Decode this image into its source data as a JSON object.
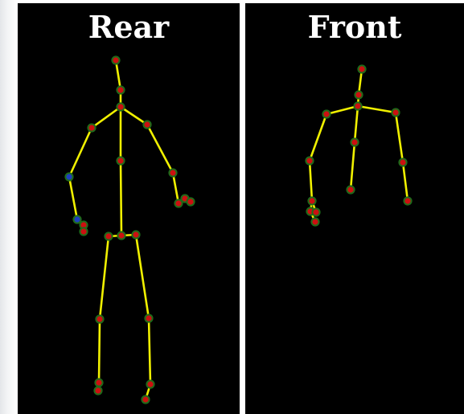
{
  "panels": {
    "rear": {
      "title": "Rear",
      "bone_color": "#f0f000",
      "joint_fill": "#cc1010",
      "joint_ring": "#1f6b1a",
      "highlight_fill": "#1f3fbf",
      "joints": {
        "head": [
          144,
          75
        ],
        "neck_top": [
          150,
          112
        ],
        "neck": [
          150,
          133
        ],
        "r_shoulder": [
          114,
          159
        ],
        "r_elbow": [
          86,
          220
        ],
        "r_wrist": [
          96,
          273
        ],
        "r_hand_a": [
          104,
          280
        ],
        "r_hand_b": [
          104,
          288
        ],
        "l_shoulder": [
          183,
          155
        ],
        "l_elbow": [
          215,
          215
        ],
        "l_hand_a": [
          222,
          253
        ],
        "l_hand_b": [
          230,
          247
        ],
        "l_hand_c": [
          237,
          251
        ],
        "spine_mid": [
          150,
          200
        ],
        "hip_c": [
          151,
          293
        ],
        "hip_r": [
          135,
          294
        ],
        "hip_l": [
          169,
          292
        ],
        "r_knee": [
          124,
          397
        ],
        "l_knee": [
          185,
          396
        ],
        "r_ankle": [
          123,
          476
        ],
        "r_foot": [
          122,
          486
        ],
        "l_ankle": [
          187,
          478
        ],
        "l_foot": [
          181,
          497
        ]
      },
      "bones": [
        [
          "head",
          "neck_top"
        ],
        [
          "neck_top",
          "neck"
        ],
        [
          "neck",
          "r_shoulder"
        ],
        [
          "r_shoulder",
          "r_elbow"
        ],
        [
          "r_elbow",
          "r_wrist"
        ],
        [
          "r_wrist",
          "r_hand_a"
        ],
        [
          "r_hand_a",
          "r_hand_b"
        ],
        [
          "neck",
          "l_shoulder"
        ],
        [
          "l_shoulder",
          "l_elbow"
        ],
        [
          "l_elbow",
          "l_hand_a"
        ],
        [
          "l_hand_a",
          "l_hand_b"
        ],
        [
          "l_hand_b",
          "l_hand_c"
        ],
        [
          "neck",
          "spine_mid"
        ],
        [
          "spine_mid",
          "hip_c"
        ],
        [
          "hip_c",
          "hip_r"
        ],
        [
          "hip_c",
          "hip_l"
        ],
        [
          "hip_r",
          "r_knee"
        ],
        [
          "r_knee",
          "r_ankle"
        ],
        [
          "r_ankle",
          "r_foot"
        ],
        [
          "hip_l",
          "l_knee"
        ],
        [
          "l_knee",
          "l_ankle"
        ],
        [
          "l_ankle",
          "l_foot"
        ]
      ],
      "highlighted": [
        "r_elbow",
        "r_wrist"
      ]
    },
    "front": {
      "title": "Front",
      "bone_color": "#f0f000",
      "joint_fill": "#cc1010",
      "joint_ring": "#1f6b1a",
      "highlight_fill": "#1f3fbf",
      "joints": {
        "head": [
          450,
          86
        ],
        "neck_top": [
          446,
          118
        ],
        "neck": [
          445,
          132
        ],
        "r_shoulder": [
          406,
          142
        ],
        "r_elbow": [
          385,
          200
        ],
        "r_wrist": [
          388,
          250
        ],
        "r_hand_a": [
          386,
          263
        ],
        "r_hand_b": [
          393,
          264
        ],
        "r_hand_c": [
          392,
          276
        ],
        "l_shoulder": [
          492,
          140
        ],
        "l_elbow": [
          501,
          202
        ],
        "l_wrist": [
          507,
          250
        ],
        "spine_mid": [
          441,
          177
        ],
        "hip": [
          436,
          236
        ]
      },
      "bones": [
        [
          "head",
          "neck_top"
        ],
        [
          "neck_top",
          "neck"
        ],
        [
          "neck",
          "r_shoulder"
        ],
        [
          "r_shoulder",
          "r_elbow"
        ],
        [
          "r_elbow",
          "r_wrist"
        ],
        [
          "r_wrist",
          "r_hand_a"
        ],
        [
          "r_wrist",
          "r_hand_b"
        ],
        [
          "r_hand_a",
          "r_hand_c"
        ],
        [
          "neck",
          "l_shoulder"
        ],
        [
          "l_shoulder",
          "l_elbow"
        ],
        [
          "l_elbow",
          "l_wrist"
        ],
        [
          "neck",
          "spine_mid"
        ],
        [
          "spine_mid",
          "hip"
        ]
      ],
      "highlighted": []
    }
  }
}
